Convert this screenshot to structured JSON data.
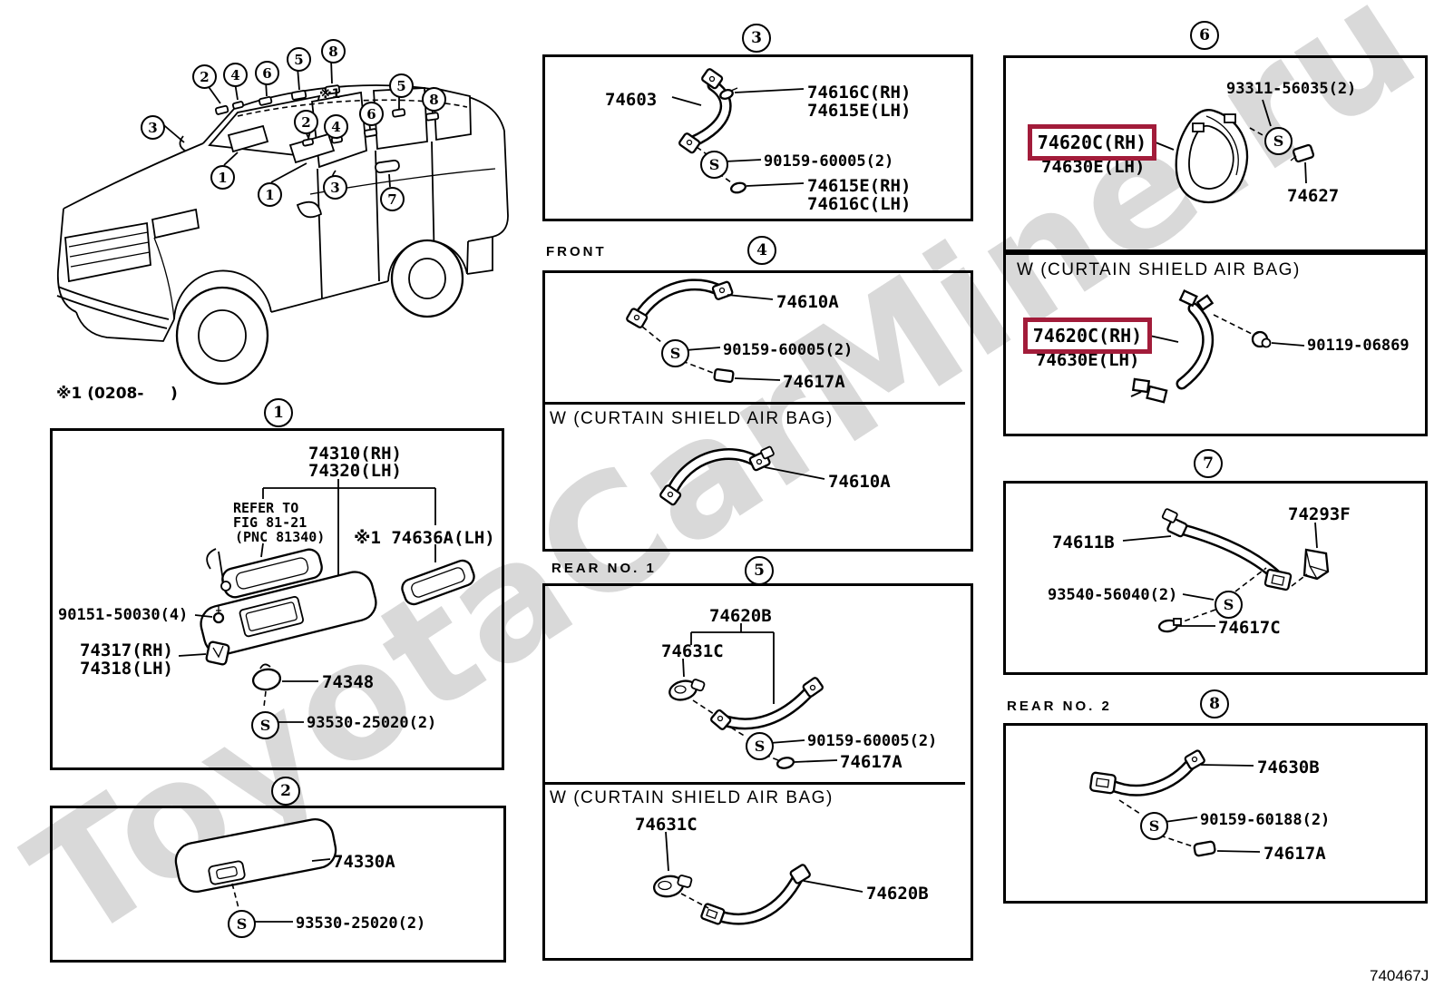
{
  "meta": {
    "watermark": "ToyotaCarMine.ru",
    "doc_number": "740467J",
    "footnote": "※1 (0208-     )",
    "note_mark": "※1",
    "s_symbol": "S",
    "highlight_color": "#A21C3A"
  },
  "car": {
    "callouts": [
      "3",
      "2",
      "4",
      "6",
      "5",
      "8",
      "1",
      "2",
      "4",
      "6",
      "5",
      "8",
      "1",
      "3",
      "7"
    ]
  },
  "panels": {
    "p1": {
      "num": "1",
      "p74310": "74310(RH)",
      "p74320": "74320(LH)",
      "refer_1": "REFER TO",
      "refer_2": "FIG 81-21",
      "refer_3": "(PNC 81340)",
      "p74636": "※1 74636A(LH)",
      "p90151": "90151-50030(4)",
      "p74317": "74317(RH)",
      "p74318": "74318(LH)",
      "p74348": "74348",
      "s_code": "93530-25020(2)"
    },
    "p2": {
      "num": "2",
      "p74330": "74330A",
      "s_code": "93530-25020(2)"
    },
    "p3": {
      "num": "3",
      "p74603": "74603",
      "rh1": "74616C(RH)",
      "lh1": "74615E(LH)",
      "s_code": "90159-60005(2)",
      "rh2": "74615E(RH)",
      "lh2": "74616C(LH)"
    },
    "p4": {
      "num": "4",
      "header": "FRONT",
      "p74610a_top": "74610A",
      "s_code": "90159-60005(2)",
      "p74617a": "74617A",
      "airbag_header": "W (CURTAIN SHIELD AIR BAG)",
      "p74610a_bottom": "74610A"
    },
    "p5": {
      "num": "5",
      "header": "REAR NO. 1",
      "p74620b_top": "74620B",
      "p74631c_top": "74631C",
      "s_code": "90159-60005(2)",
      "p74617a": "74617A",
      "airbag_header": "W (CURTAIN SHIELD AIR BAG)",
      "p74631c_bottom": "74631C",
      "p74620b_bottom": "74620B"
    },
    "p6": {
      "num": "6",
      "p93311": "93311-56035(2)",
      "p74620c_top": "74620C(RH)",
      "p74630e_top": "74630E(LH)",
      "p74627": "74627",
      "airbag_header": "W (CURTAIN SHIELD AIR BAG)",
      "p74620c_bottom": "74620C(RH)",
      "p74630e_bottom": "74630E(LH)",
      "p90119": "90119-06869"
    },
    "p7": {
      "num": "7",
      "p74611b": "74611B",
      "p74293f": "74293F",
      "p93540": "93540-56040(2)",
      "p74617c": "74617C"
    },
    "p8": {
      "num": "8",
      "header": "REAR NO. 2",
      "p74630b": "74630B",
      "p90159": "90159-60188(2)",
      "p74617a": "74617A"
    }
  }
}
